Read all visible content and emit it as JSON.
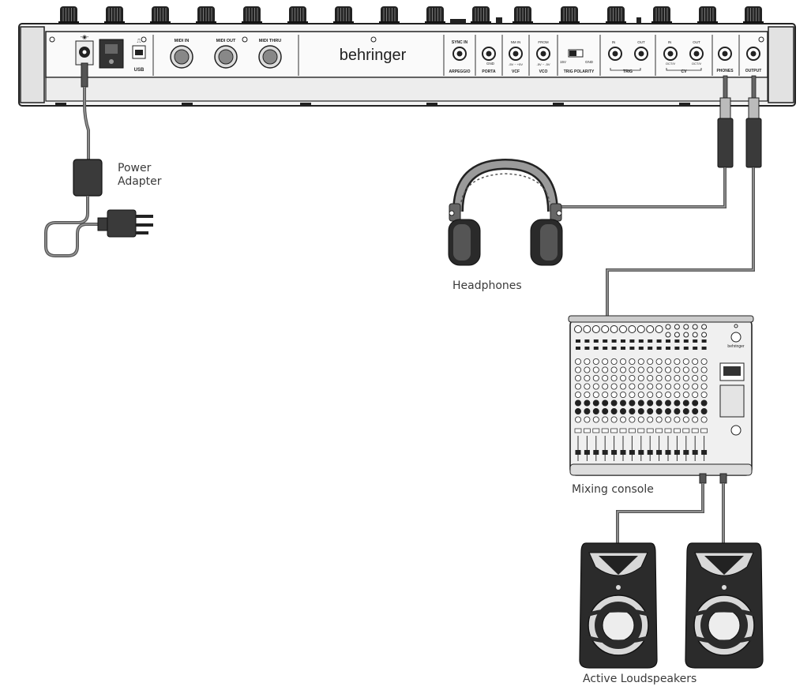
{
  "labels": {
    "power_adapter_line1": "Power",
    "power_adapter_line2": "Adapter",
    "headphones": "Headphones",
    "mixing_console": "Mixing console",
    "active_loudspeakers": "Active Loudspeakers"
  },
  "panel": {
    "brand": "behringer",
    "usb": "USB",
    "midi_in": "MIDI IN",
    "midi_out": "MIDI OUT",
    "midi_thru": "MIDI THRU",
    "sync_in": "SYNC IN",
    "arpeggio": "ARPEGGIO",
    "porta": "PORTA",
    "gnd": "GND",
    "vcf_top": "NM IN",
    "vcf_range": "-5V ~ +5V",
    "vcf": "VCF",
    "vco_top": "FROM",
    "vco_range": "-5V ~ -5V",
    "vco": "VCO",
    "trig_polarity": "TRIG POLARITY",
    "trig_15v": "15V",
    "trig_gnd": "GND",
    "in": "IN",
    "out": "OUT",
    "trig": "TRIG",
    "cv": "CV",
    "oct_v": "OCT/V",
    "phones": "PHONES",
    "output": "OUTPUT",
    "mixer_brand": "behringer"
  }
}
